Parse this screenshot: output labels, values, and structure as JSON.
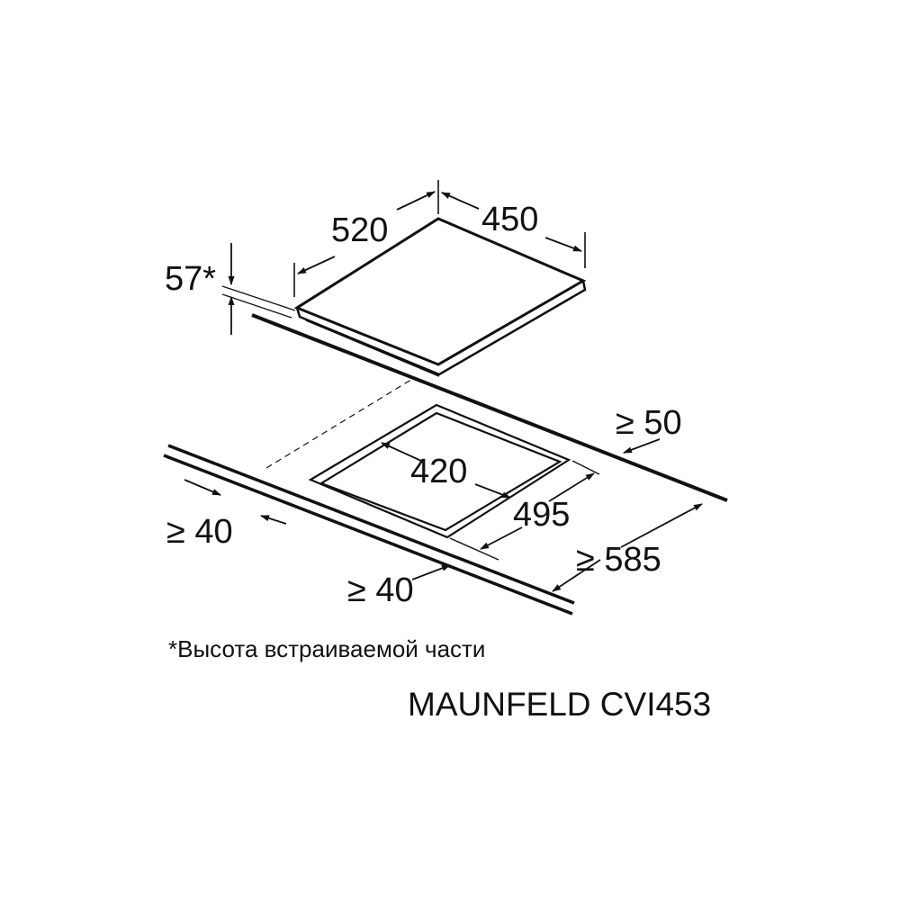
{
  "dimensions": {
    "hob_depth": "520",
    "hob_width": "450",
    "insert_height": "57*",
    "cutout_width": "420",
    "cutout_depth": "495",
    "rear_clearance": "≥ 50",
    "side_clearance": "≥ 40",
    "front_clearance": "≥ 40",
    "worktop_depth": "≥ 585"
  },
  "footnote": "*Высота встраиваемой части",
  "model": "MAUNFELD CVI453",
  "colors": {
    "line": "#111111",
    "background": "#ffffff"
  }
}
